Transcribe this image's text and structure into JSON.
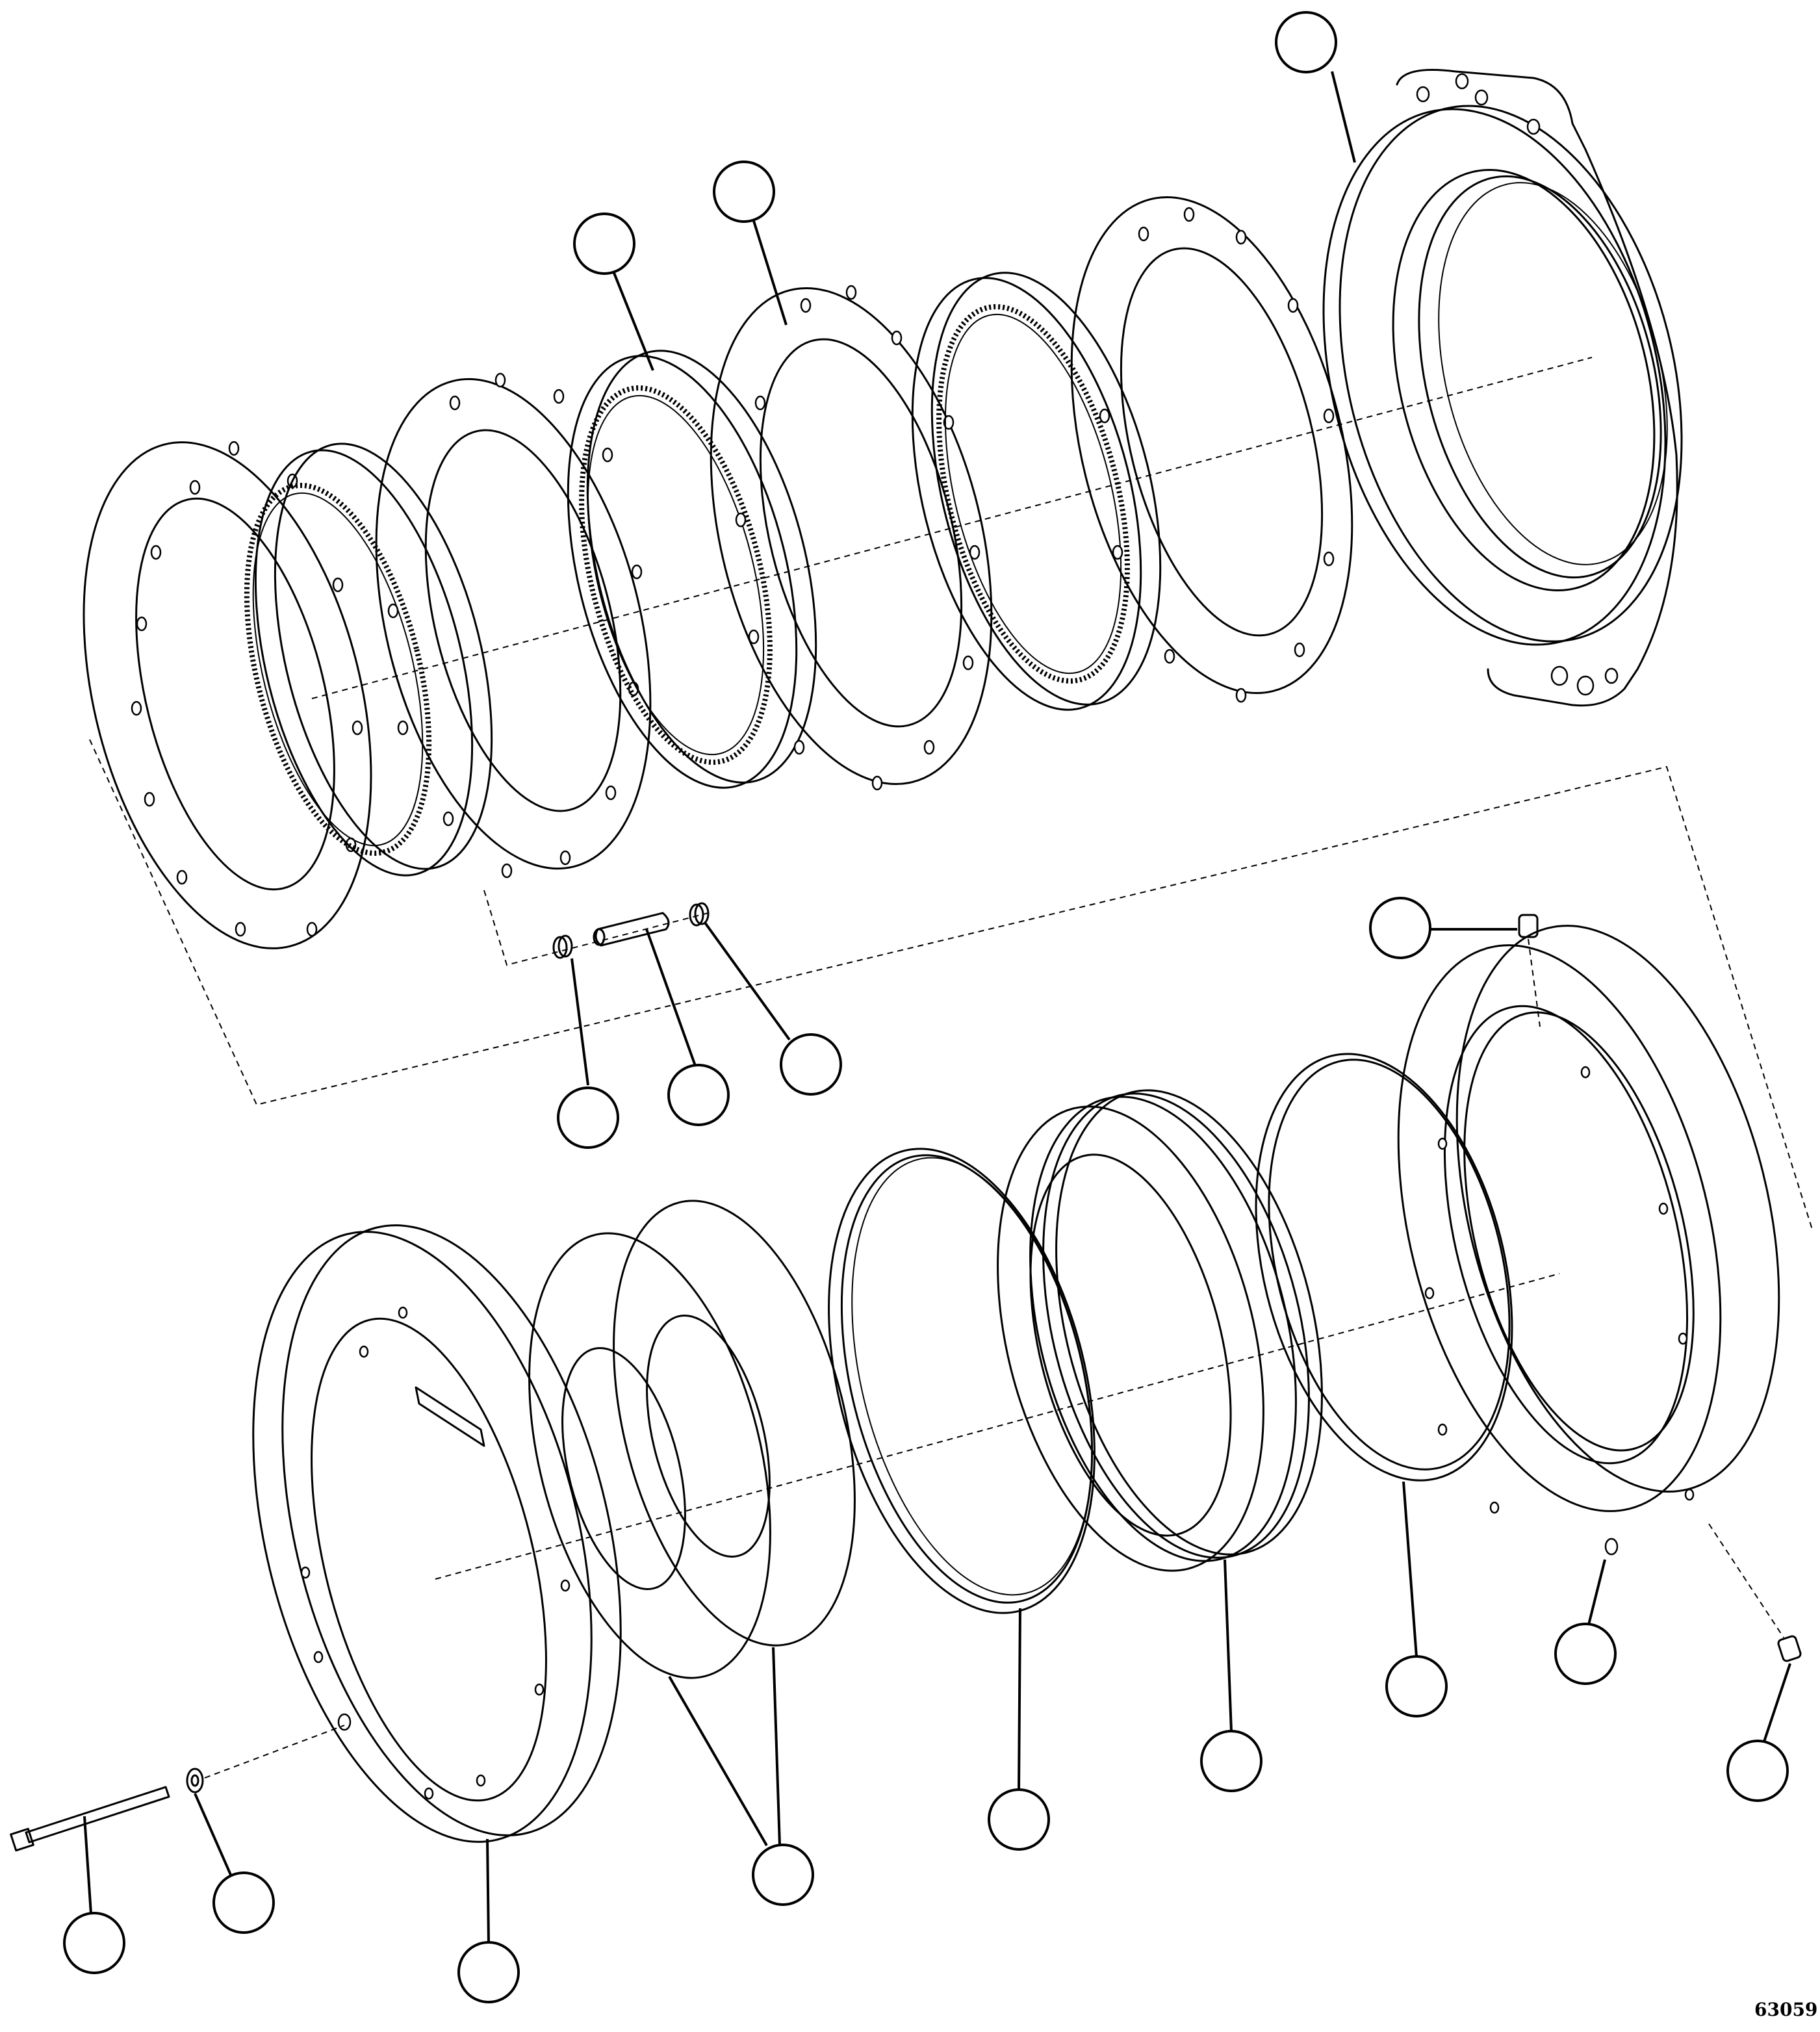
{
  "figure": {
    "number": "63059",
    "type": "exploded parts diagram",
    "line_color": "#000000",
    "background_color": "#ffffff"
  },
  "balloons": [
    {
      "id": "callout-top-housing"
    },
    {
      "id": "callout-upper-gasket"
    },
    {
      "id": "callout-upper-ring-gear"
    },
    {
      "id": "callout-pin-left-spring"
    },
    {
      "id": "callout-dowel-pin"
    },
    {
      "id": "callout-pin-right-spring"
    },
    {
      "id": "callout-set-screw-top"
    },
    {
      "id": "callout-long-bolt"
    },
    {
      "id": "callout-washer"
    },
    {
      "id": "callout-end-cover"
    },
    {
      "id": "callout-friction-discs"
    },
    {
      "id": "callout-o-ring-large"
    },
    {
      "id": "callout-piston"
    },
    {
      "id": "callout-o-ring-small"
    },
    {
      "id": "callout-cylinder-housing"
    },
    {
      "id": "callout-set-screw-bottom"
    }
  ],
  "icons": [
    "ring-gear-icon",
    "gasket-ring-icon",
    "housing-icon",
    "pin-icon",
    "spring-icon",
    "bolt-icon",
    "washer-icon",
    "o-ring-icon",
    "piston-icon",
    "disc-icon"
  ]
}
